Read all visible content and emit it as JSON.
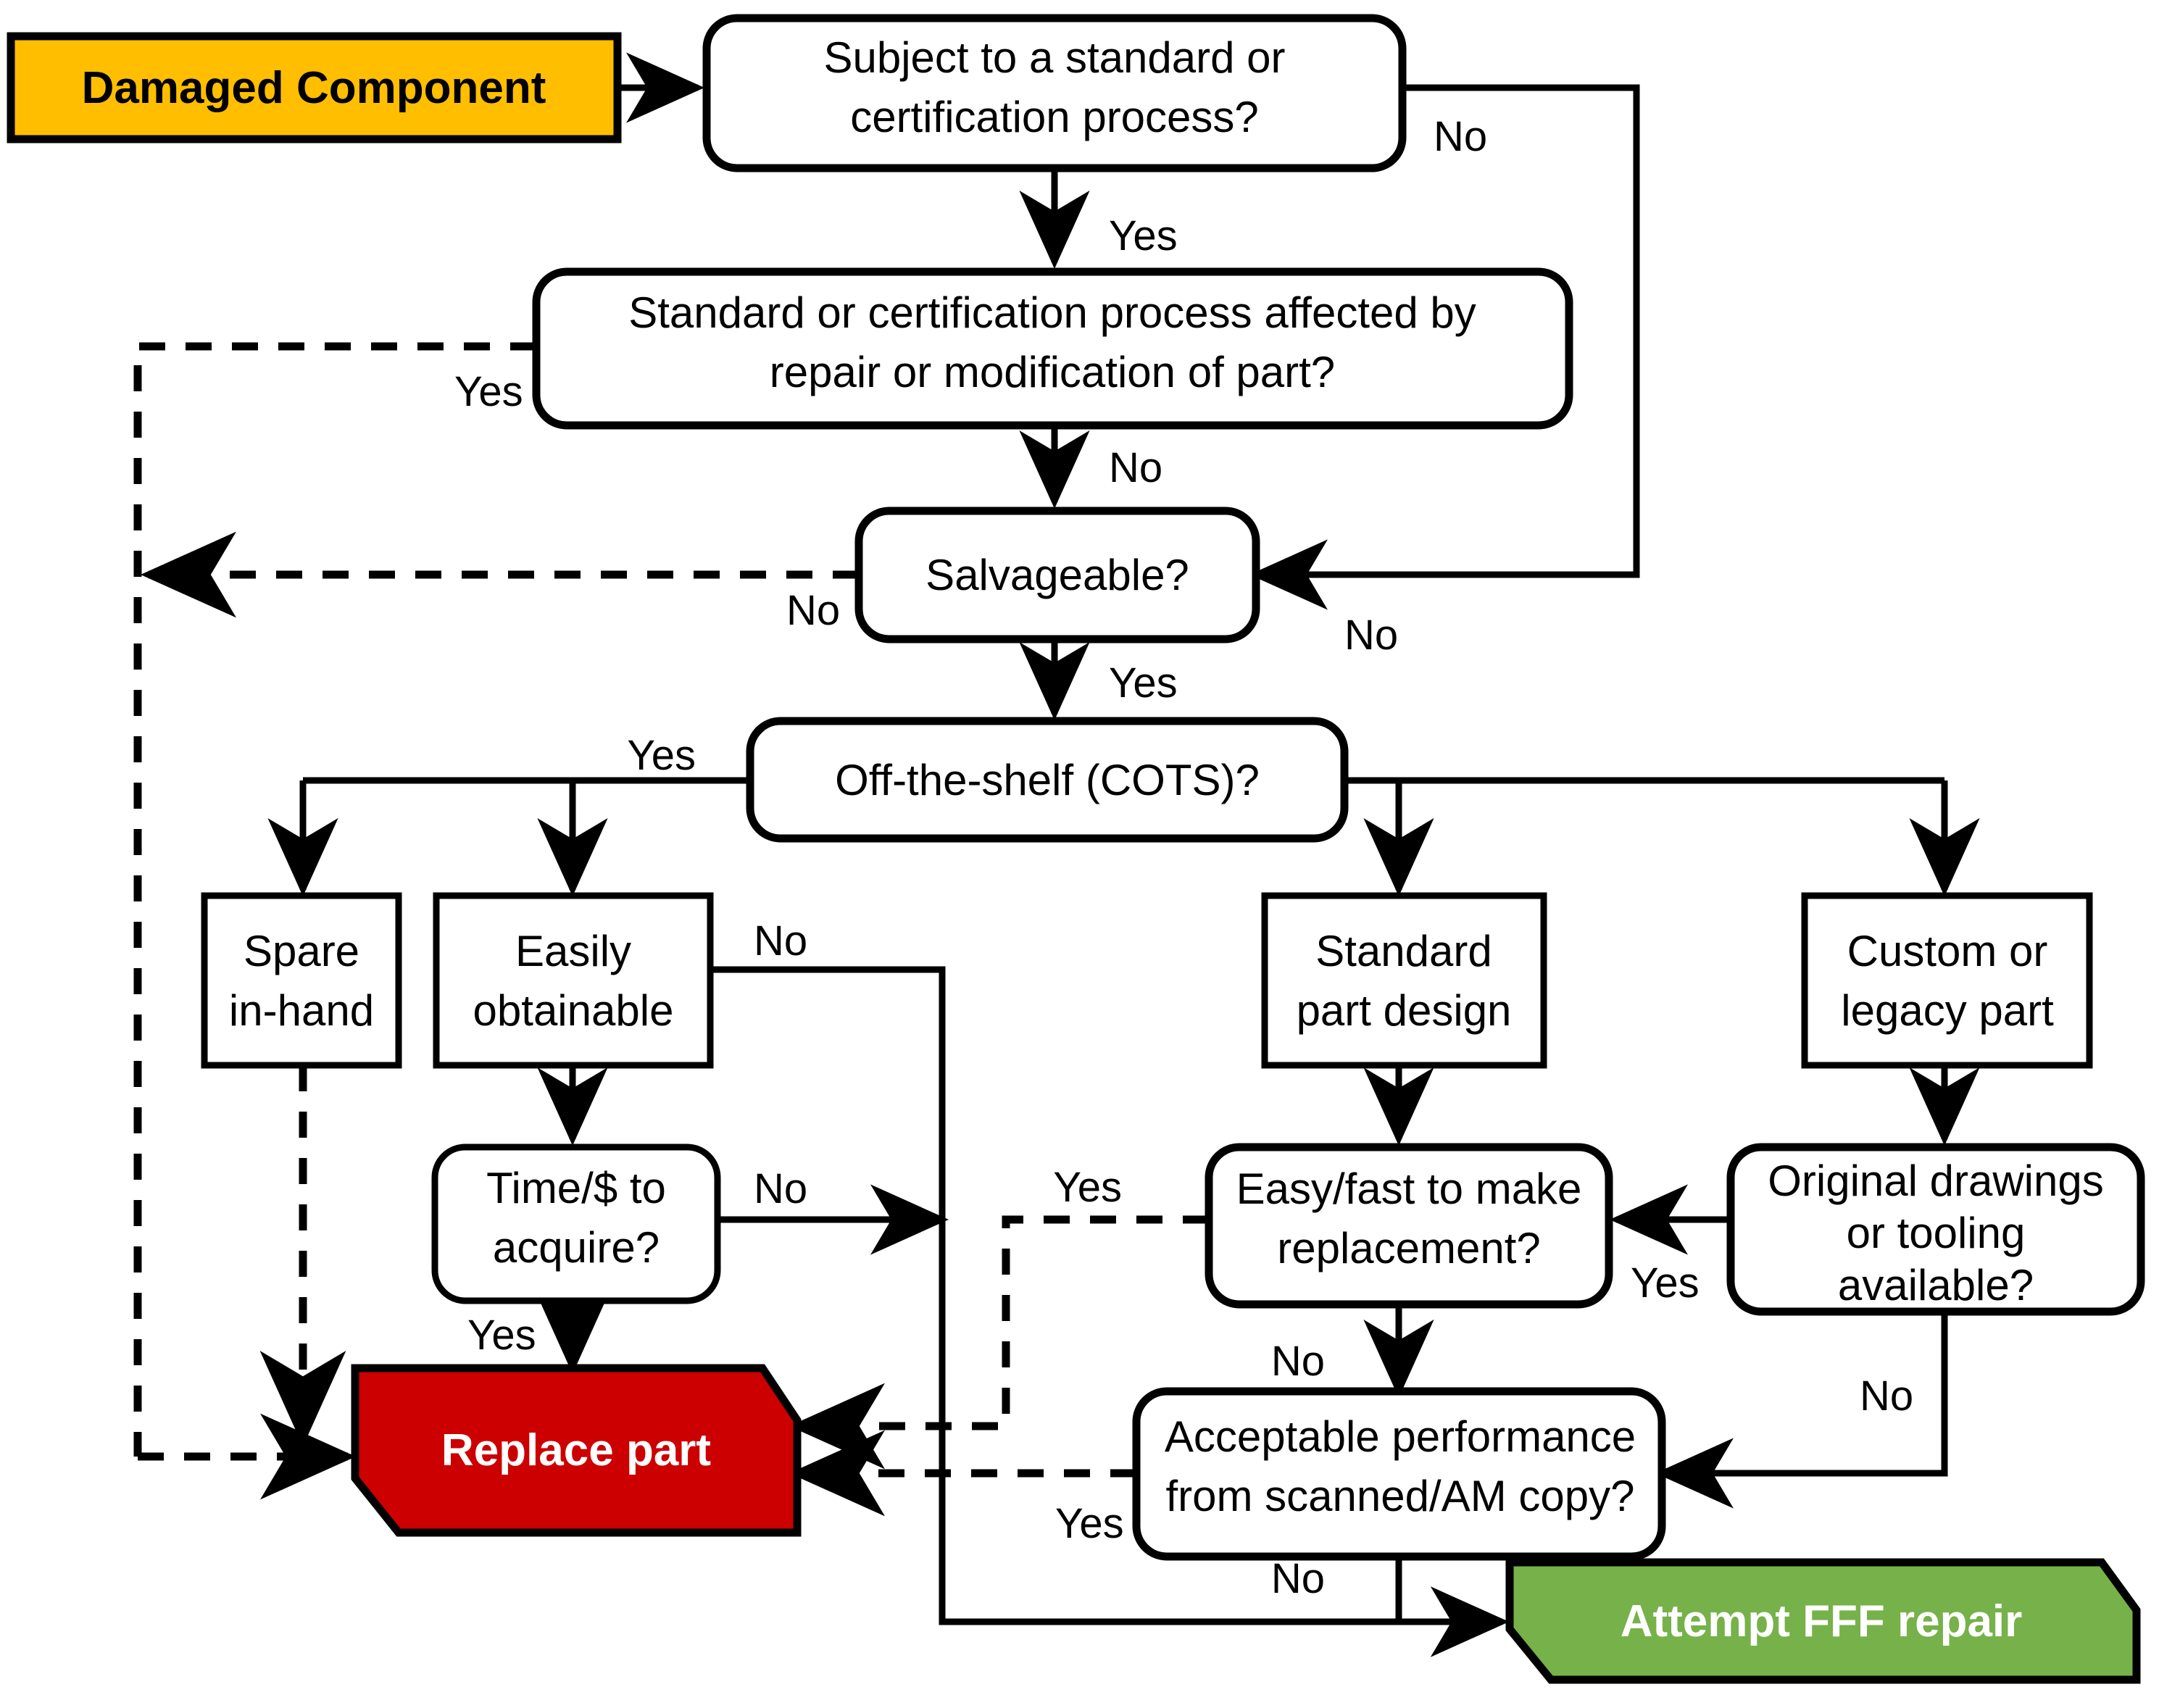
{
  "diagram": {
    "title": "Damaged component repair decision flowchart",
    "colors": {
      "start_fill": "#FFBE00",
      "replace_fill": "#CC0000",
      "repair_fill": "#76B14A",
      "stroke": "#000000",
      "node_fill": "#FFFFFF",
      "text_on_fill": "#FFFFFF"
    },
    "nodes": {
      "damaged_component": {
        "label": "Damaged Component",
        "shape": "rect-filled",
        "fill": "#FFBE00"
      },
      "subject_standard": {
        "label_line1": "Subject to a standard or",
        "label_line2": "certification process?",
        "shape": "rounded-rect"
      },
      "process_affected": {
        "label_line1": "Standard or certification process affected by",
        "label_line2": "repair or modification of part?",
        "shape": "rounded-rect"
      },
      "salvageable": {
        "label": "Salvageable?",
        "shape": "rounded-rect"
      },
      "cots": {
        "label": "Off-the-shelf (COTS)?",
        "shape": "rounded-rect"
      },
      "spare_in_hand": {
        "label_line1": "Spare",
        "label_line2": "in-hand",
        "shape": "rect"
      },
      "easily_obtainable": {
        "label_line1": "Easily",
        "label_line2": "obtainable",
        "shape": "rect"
      },
      "time_cost": {
        "label_line1": "Time/$ to",
        "label_line2": "acquire?",
        "shape": "rounded-rect"
      },
      "standard_part_design": {
        "label_line1": "Standard",
        "label_line2": "part design",
        "shape": "rect"
      },
      "custom_legacy_part": {
        "label_line1": "Custom or",
        "label_line2": "legacy part",
        "shape": "rect"
      },
      "easy_fast_replacement": {
        "label_line1": "Easy/fast to make",
        "label_line2": "replacement?",
        "shape": "rounded-rect"
      },
      "original_drawings": {
        "label_line1": "Original drawings",
        "label_line2": "or tooling",
        "label_line3": "available?",
        "shape": "rounded-rect"
      },
      "acceptable_performance": {
        "label_line1": "Acceptable performance",
        "label_line2": "from scanned/AM copy?",
        "shape": "rounded-rect"
      },
      "replace_part": {
        "label": "Replace part",
        "shape": "hexagon-filled",
        "fill": "#CC0000"
      },
      "attempt_fff_repair": {
        "label": "Attempt FFF repair",
        "shape": "hexagon-filled",
        "fill": "#76B14A"
      }
    },
    "edge_labels": {
      "subject_no": "No",
      "subject_yes": "Yes",
      "affected_yes": "Yes",
      "affected_no": "No",
      "salvageable_no_left": "No",
      "salvageable_no_right": "No",
      "salvageable_yes": "Yes",
      "cots_yes": "Yes",
      "easily_obtainable_no": "No",
      "time_cost_no": "No",
      "time_cost_yes": "Yes",
      "easy_fast_yes": "Yes",
      "easy_fast_no": "No",
      "original_drawings_yes": "Yes",
      "original_drawings_no": "No",
      "acceptable_yes": "Yes",
      "acceptable_no": "No"
    }
  }
}
